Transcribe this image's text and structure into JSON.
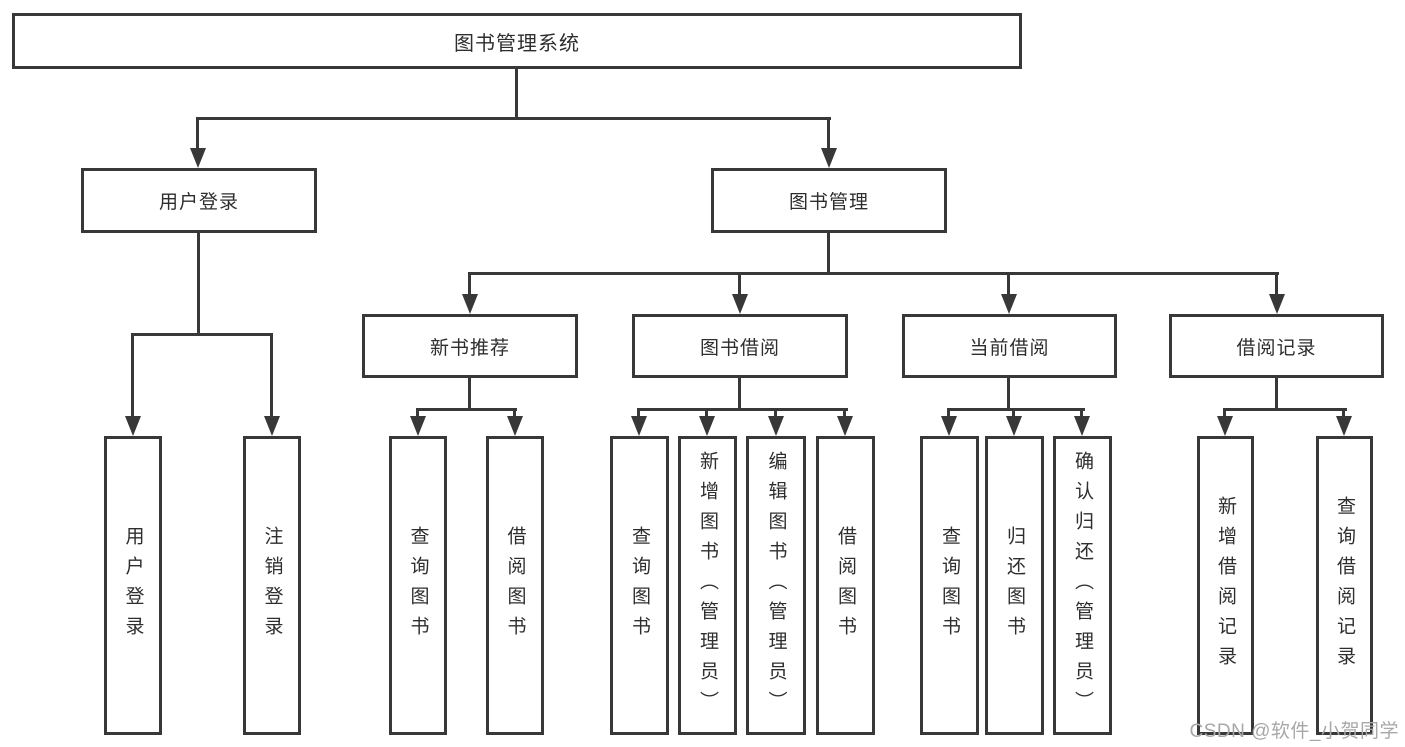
{
  "tree": {
    "root": {
      "label": "图书管理系统",
      "children": [
        {
          "label": "用户登录",
          "children": [
            {
              "label": "用户登录"
            },
            {
              "label": "注销登录"
            }
          ]
        },
        {
          "label": "图书管理",
          "children": [
            {
              "label": "新书推荐",
              "children": [
                {
                  "label": "查询图书"
                },
                {
                  "label": "借阅图书"
                }
              ]
            },
            {
              "label": "图书借阅",
              "children": [
                {
                  "label": "查询图书"
                },
                {
                  "label": "新增图书（管理员）"
                },
                {
                  "label": "编辑图书（管理员）"
                },
                {
                  "label": "借阅图书"
                }
              ]
            },
            {
              "label": "当前借阅",
              "children": [
                {
                  "label": "查询图书"
                },
                {
                  "label": "归还图书"
                },
                {
                  "label": "确认归还（管理员）"
                }
              ]
            },
            {
              "label": "借阅记录",
              "children": [
                {
                  "label": "新增借阅记录"
                },
                {
                  "label": "查询借阅记录"
                }
              ]
            }
          ]
        }
      ]
    }
  },
  "watermark": {
    "text": "CSDN @软件_小贺同学"
  },
  "colors": {
    "line": "#383838",
    "box_border": "#383838",
    "text": "#2e2e2e",
    "background": "#ffffff",
    "watermark": "#a8a8a8"
  }
}
